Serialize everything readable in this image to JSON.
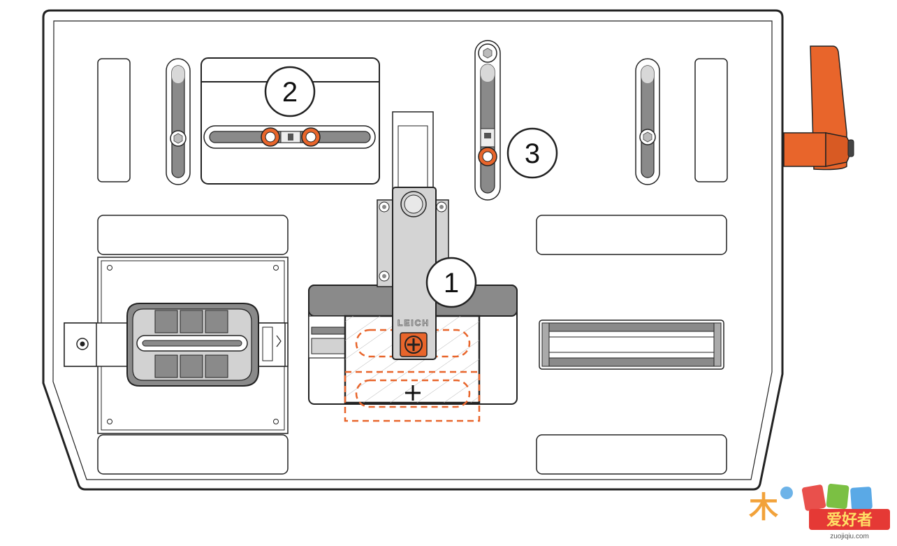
{
  "callouts": [
    {
      "id": "1",
      "label": "1"
    },
    {
      "id": "2",
      "label": "2"
    },
    {
      "id": "3",
      "label": "3"
    }
  ],
  "device": {
    "clamp_brand": "LEICH"
  },
  "watermark": {
    "text_top": "木",
    "text_main": "爱好者",
    "url": "zuojiqiu.com"
  },
  "colors": {
    "accent_orange": "#E8652B",
    "outline": "#222222",
    "metal_gray": "#D4D4D4",
    "dark_gray": "#8A8A8A"
  },
  "icons": [
    "hex-screw-icon",
    "plus-icon",
    "cross-screw-icon"
  ]
}
